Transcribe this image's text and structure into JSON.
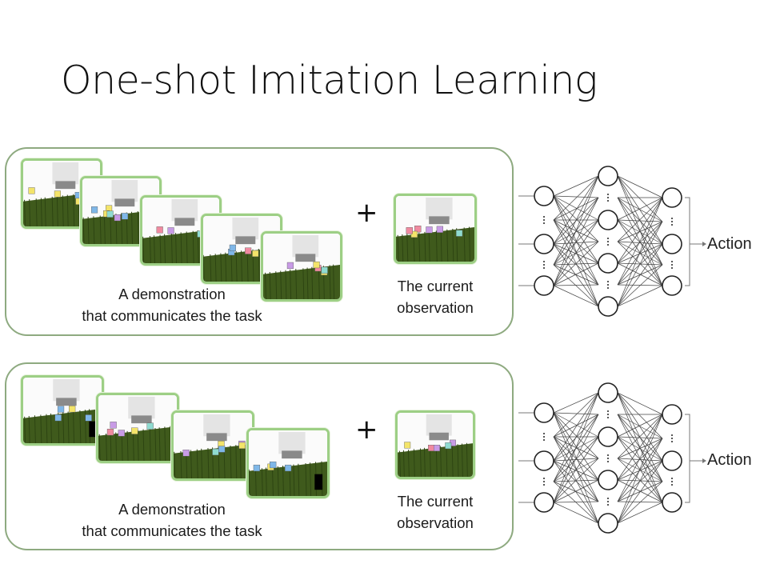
{
  "slide": {
    "title": "One-shot Imitation Learning"
  },
  "panels": [
    {
      "demo_caption_line1": "A demonstration",
      "demo_caption_line2": "that communicates the task",
      "plus": "+",
      "obs_caption_line1": "The current",
      "obs_caption_line2": "observation",
      "action": "Action"
    },
    {
      "demo_caption_line1": "A demonstration",
      "demo_caption_line2": "that communicates the task",
      "plus": "+",
      "obs_caption_line1": "The current",
      "obs_caption_line2": "observation",
      "action": "Action"
    }
  ],
  "colors": {
    "frame_border": "#9dcf85",
    "panel_border": "#8eaa80",
    "table": "#3f5a1c",
    "block_colors": [
      "#7fb7e8",
      "#f08aa0",
      "#f3e46a",
      "#c89be6",
      "#8fdbd0"
    ]
  }
}
